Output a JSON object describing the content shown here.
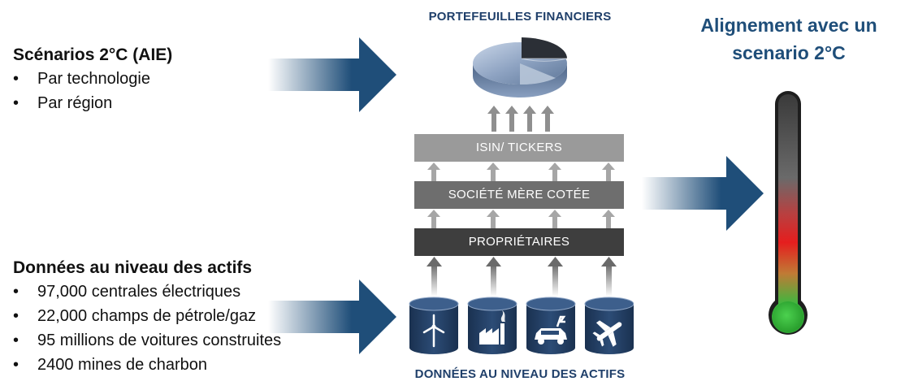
{
  "left_top": {
    "title": "Scénarios 2°C (AIE)",
    "bullets": [
      "Par technologie",
      "Par région"
    ]
  },
  "left_bottom": {
    "title": "Données au niveau des actifs",
    "bullets": [
      "97,000 centrales électriques",
      "22,000 champs de pétrole/gaz",
      "95 millions de voitures construites",
      "2400 mines de charbon"
    ]
  },
  "center": {
    "top_label": "PORTEFEUILLES FINANCIERS",
    "layers": [
      "ISIN/ TICKERS",
      "SOCIÉTÉ MÈRE COTÉE",
      "PROPRIÉTAIRES"
    ],
    "bottom_label": "DONNÉES AU NIVEAU DES ACTIFS",
    "asset_icons": [
      "wind-turbine-icon",
      "oil-rig-icon",
      "car-icon",
      "airplane-icon"
    ]
  },
  "right": {
    "title_line1": "Alignement avec un",
    "title_line2": "scenario 2°C"
  },
  "colors": {
    "arrow_blue": "#1f4e79",
    "label_blue": "#1f3f6a",
    "cylinder": "#1f3a5f",
    "thermo_top": "#5a5a5a",
    "thermo_mid": "#e02020",
    "thermo_bottom": "#33b83a"
  }
}
